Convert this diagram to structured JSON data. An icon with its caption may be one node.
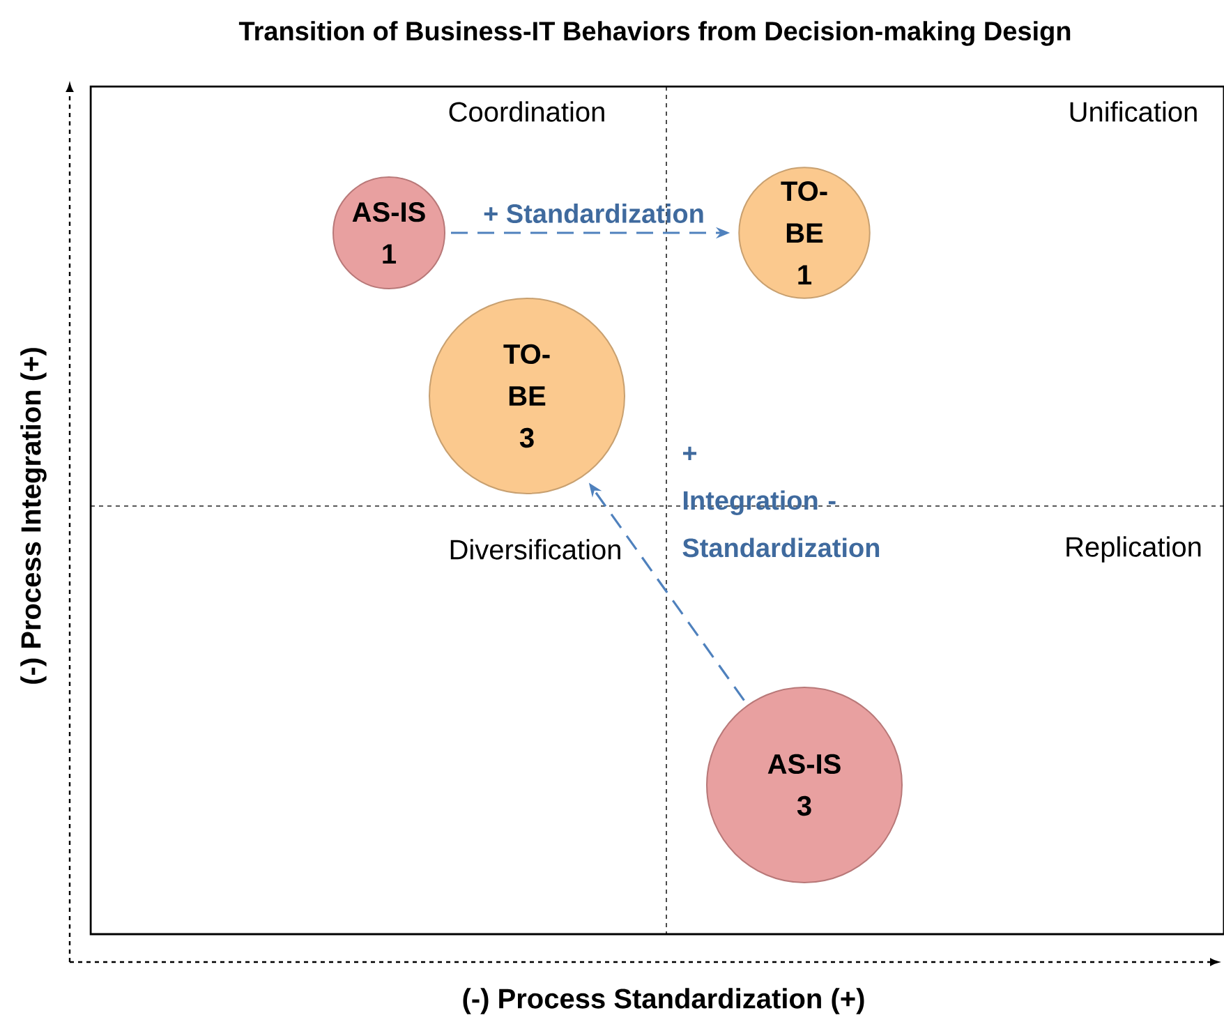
{
  "diagram": {
    "title": "Transition of Business-IT Behaviors from Decision-making Design",
    "nodes": [
      {
        "text": [
          "AS-IS 1"
        ]
      },
      {
        "text": [
          "TO-BE 1"
        ]
      },
      {
        "text": [
          "TO-BE 3"
        ]
      },
      {
        "text": [
          "AS-IS 3"
        ]
      }
    ],
    "edges": [
      {
        "from": 0,
        "to": 1,
        "arrow": "to",
        "style": "dashed",
        "label": "+ Standardization"
      },
      {
        "from": 3,
        "to": 2,
        "arrow": "to",
        "style": "dashed",
        "label": "+ Integration - Standardization"
      }
    ],
    "labels": [
      "Coordination",
      "Unification",
      "Diversification",
      "Replication",
      "(-) Process Integration (+)",
      "(-) Process Standardization (+)"
    ]
  }
}
